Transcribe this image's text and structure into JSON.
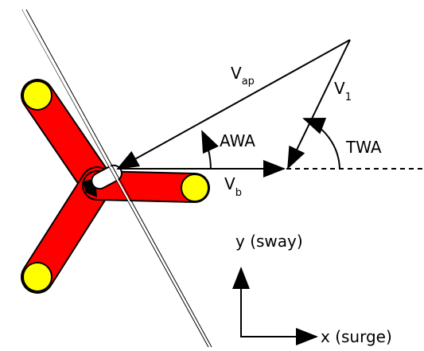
{
  "labels": {
    "v_ap_main": "V",
    "v_ap_sub": "ap",
    "v1_main": "V",
    "v1_sub": "1",
    "vb_main": "V",
    "vb_sub": "b",
    "awa": "AWA",
    "twa": "TWA",
    "y_axis": "y (sway)",
    "x_axis": "x (surge)"
  },
  "colors": {
    "arm": "#ff0000",
    "arm_end": "#ffff00",
    "stroke": "#000000"
  }
}
